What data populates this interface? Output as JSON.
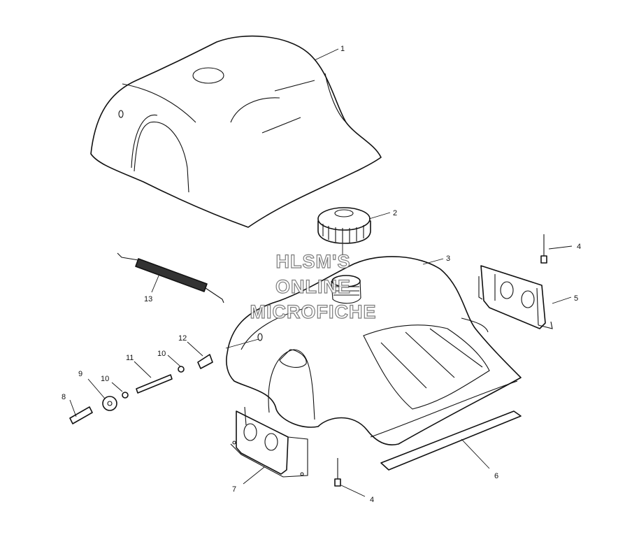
{
  "diagram": {
    "callouts": [
      {
        "id": "c1",
        "label": "1"
      },
      {
        "id": "c2",
        "label": "2"
      },
      {
        "id": "c3",
        "label": "3"
      },
      {
        "id": "c4a",
        "label": "4"
      },
      {
        "id": "c4b",
        "label": "4"
      },
      {
        "id": "c5",
        "label": "5"
      },
      {
        "id": "c6",
        "label": "6"
      },
      {
        "id": "c7",
        "label": "7"
      },
      {
        "id": "c8",
        "label": "8"
      },
      {
        "id": "c9",
        "label": "9"
      },
      {
        "id": "c10a",
        "label": "10"
      },
      {
        "id": "c10b",
        "label": "10"
      },
      {
        "id": "c11",
        "label": "11"
      },
      {
        "id": "c12",
        "label": "12"
      },
      {
        "id": "c13",
        "label": "13"
      }
    ],
    "watermark": [
      "HLSM'S",
      "ONLINE",
      "MICROFICHE"
    ]
  }
}
